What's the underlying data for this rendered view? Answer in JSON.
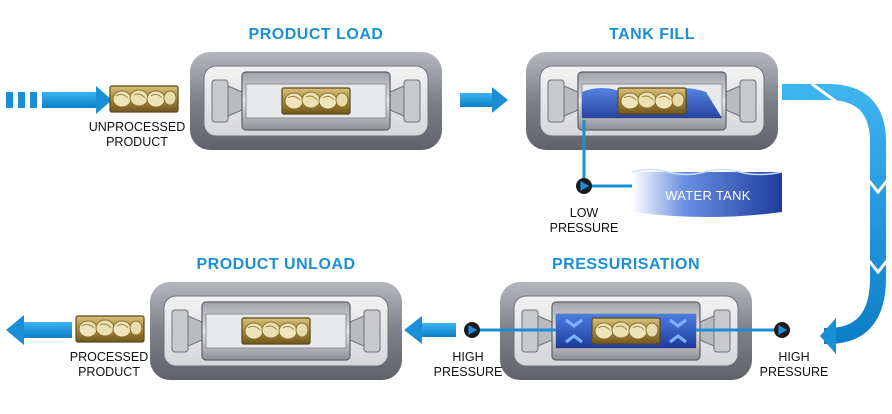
{
  "stages": {
    "product_load": "PRODUCT LOAD",
    "tank_fill": "TANK FILL",
    "product_unload": "PRODUCT UNLOAD",
    "pressurisation": "PRESSURISATION"
  },
  "labels": {
    "unprocessed_line1": "UNPROCESSED",
    "unprocessed_line2": "PRODUCT",
    "processed_line1": "PROCESSED",
    "processed_line2": "PRODUCT",
    "water_tank": "WATER TANK",
    "low_pressure_line1": "LOW",
    "low_pressure_line2": "PRESSURE",
    "high_pressure_left_line1": "HIGH",
    "high_pressure_left_line2": "PRESSURE",
    "high_pressure_right_line1": "HIGH",
    "high_pressure_right_line2": "PRESSURE"
  },
  "colors": {
    "accent_blue": "#1a8fd6",
    "water_blue": "#2a4fb8",
    "frame_gray": "#8a8d92",
    "product_gold": "#b89a45"
  }
}
